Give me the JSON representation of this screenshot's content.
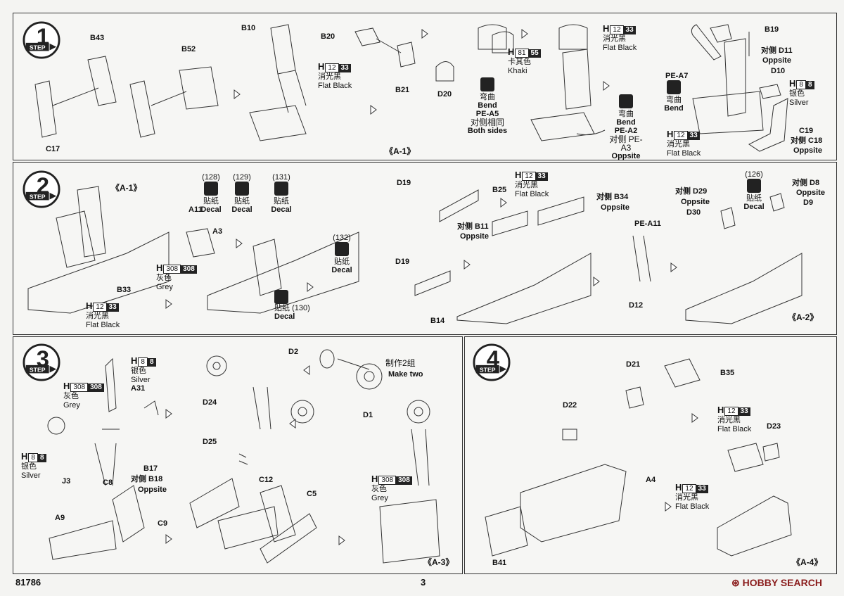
{
  "steps": [
    {
      "label": "STEP",
      "number": "1"
    },
    {
      "label": "STEP",
      "number": "2"
    },
    {
      "label": "STEP",
      "number": "3"
    },
    {
      "label": "STEP",
      "number": "4"
    }
  ],
  "step1": {
    "parts": {
      "B43": "B43",
      "B52": "B52",
      "C17": "C17",
      "B10": "B10",
      "B20": "B20",
      "B21": "B21",
      "D20": "D20",
      "B19": "B19",
      "D11": "对侧 D11",
      "D11b": "Oppsite",
      "D10": "D10",
      "PEA7": "PE-A7",
      "C19": "C19",
      "C18": "对侧 C18",
      "C18b": "Oppsite"
    },
    "paint_b10": {
      "code": "12",
      "num": "33",
      "cn": "消光黑",
      "en": "Flat Black"
    },
    "paint_top": {
      "code": "12",
      "num": "33",
      "cn": "消光黑",
      "en": "Flat Black"
    },
    "paint_khaki": {
      "code": "81",
      "num": "55",
      "cn": "卡其色",
      "en": "Khaki"
    },
    "paint_silver": {
      "code": "8",
      "num": "8",
      "cn": "银色",
      "en": "Silver"
    },
    "paint_bottom": {
      "code": "12",
      "num": "33",
      "cn": "消光黑",
      "en": "Flat Black"
    },
    "bend1": {
      "cn": "弯曲",
      "en": "Bend",
      "part": "PE-A5",
      "cn2": "对侧相同",
      "en2": "Both sides"
    },
    "bend2": {
      "cn": "弯曲",
      "en": "Bend",
      "part": "PE-A2",
      "cn2": "对侧 PE-A3",
      "en2": "Oppsite"
    },
    "bend3": {
      "cn": "弯曲",
      "en": "Bend"
    },
    "ref": "《A-1》"
  },
  "step2": {
    "ref_in": "《A-1》",
    "parts": {
      "B33": "B33",
      "A11": "A11",
      "A3": "A3",
      "D19a": "D19",
      "D19b": "D19",
      "B25": "B25",
      "B11": "对侧 B11",
      "B11b": "Oppsite",
      "B14": "B14",
      "B34": "对侧 B34",
      "B34b": "Oppsite",
      "PEA11": "PE-A11",
      "D12": "D12",
      "D29": "对侧 D29",
      "D29b": "Oppsite",
      "D30": "D30",
      "D8": "对侧 D8",
      "D8b": "Oppsite",
      "D9": "D9"
    },
    "paint_black": {
      "code": "12",
      "num": "33",
      "cn": "消光黑",
      "en": "Flat Black"
    },
    "paint_grey": {
      "code": "308",
      "num": "308",
      "cn": "灰色",
      "en": "Grey"
    },
    "paint_black2": {
      "code": "12",
      "num": "33",
      "cn": "消光黑",
      "en": "Flat Black"
    },
    "decals": [
      {
        "num": "(128)",
        "cn": "贴纸",
        "en": "Decal"
      },
      {
        "num": "(129)",
        "cn": "贴纸",
        "en": "Decal"
      },
      {
        "num": "(131)",
        "cn": "贴纸",
        "en": "Decal"
      },
      {
        "num": "(132)",
        "cn": "贴纸",
        "en": "Decal"
      },
      {
        "num": "(130)",
        "cn": "贴纸",
        "en": "Decal"
      },
      {
        "num": "(126)",
        "cn": "贴纸",
        "en": "Decal"
      }
    ],
    "ref": "《A-2》"
  },
  "step3": {
    "parts": {
      "A31": "A31",
      "J3": "J3",
      "C8": "C8",
      "B17": "B17",
      "B18": "对侧 B18",
      "B18b": "Oppsite",
      "D2": "D2",
      "D1": "D1",
      "D24": "D24",
      "D25": "D25",
      "A9": "A9",
      "C9": "C9",
      "C12": "C12",
      "C5": "C5"
    },
    "paint_silver": {
      "code": "8",
      "num": "8",
      "cn": "银色",
      "en": "Silver"
    },
    "paint_grey": {
      "code": "308",
      "num": "308",
      "cn": "灰色",
      "en": "Grey"
    },
    "paint_silver2": {
      "code": "8",
      "num": "8",
      "cn": "银色",
      "en": "Silver"
    },
    "paint_grey2": {
      "code": "308",
      "num": "308",
      "cn": "灰色",
      "en": "Grey"
    },
    "make": {
      "cn": "制作2组",
      "en": "Make two"
    },
    "ref": "《A-3》"
  },
  "step4": {
    "parts": {
      "D21": "D21",
      "B35": "B35",
      "D22": "D22",
      "A4": "A4",
      "D23": "D23",
      "B41": "B41"
    },
    "paint_black": {
      "code": "12",
      "num": "33",
      "cn": "消光黑",
      "en": "Flat Black"
    },
    "paint_black2": {
      "code": "12",
      "num": "33",
      "cn": "消光黑",
      "en": "Flat Black"
    },
    "ref": "《A-4》"
  },
  "footer": {
    "kit": "81786",
    "page": "3",
    "watermark": "HOBBY SEARCH"
  },
  "colors": {
    "line": "#333333",
    "bg": "#f6f6f4",
    "dark": "#222222",
    "watermark": "#8a1c1c"
  }
}
